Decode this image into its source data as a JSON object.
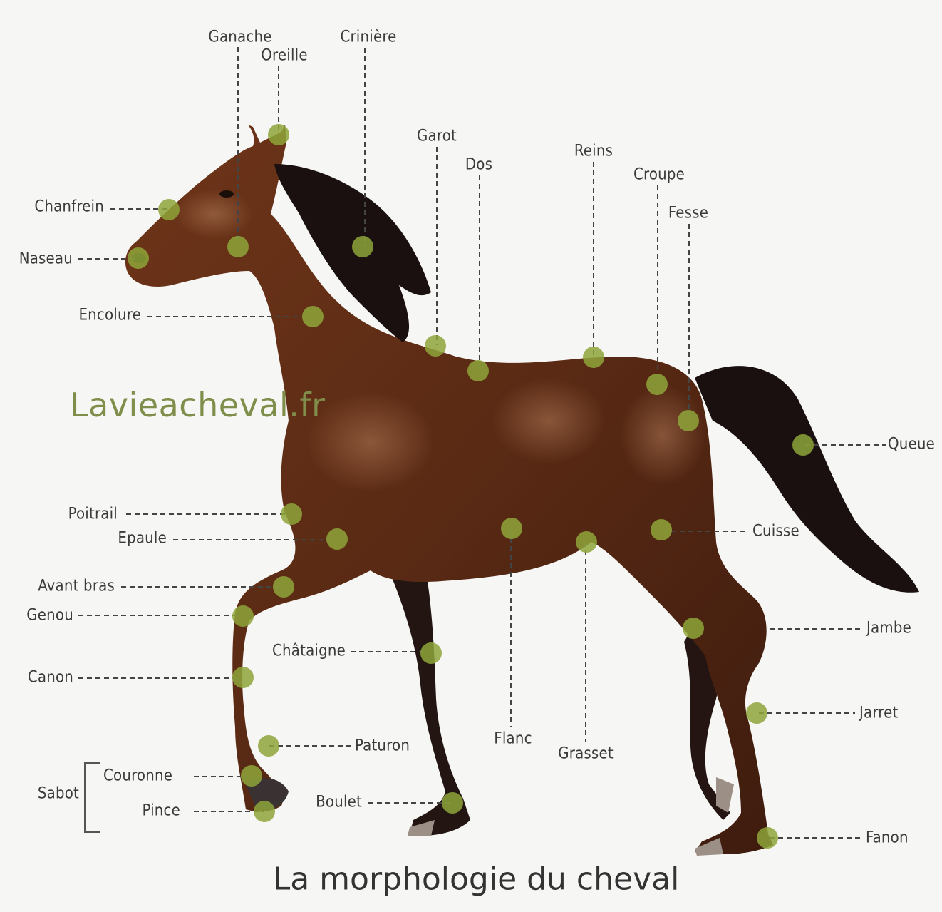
{
  "title": "La morphologie du cheval",
  "watermark": "Lavieacheval.fr",
  "colors": {
    "marker": "#8ea53a",
    "leader": "#444444",
    "horse_coat": "#5a2a14",
    "mane_tail": "#1a1010",
    "background": "#f6f6f4"
  },
  "parts": [
    {
      "id": "ganache",
      "label": "Ganache"
    },
    {
      "id": "oreille",
      "label": "Oreille"
    },
    {
      "id": "criniere",
      "label": "Crinière"
    },
    {
      "id": "garot",
      "label": "Garot"
    },
    {
      "id": "dos",
      "label": "Dos"
    },
    {
      "id": "reins",
      "label": "Reins"
    },
    {
      "id": "croupe",
      "label": "Croupe"
    },
    {
      "id": "fesse",
      "label": "Fesse"
    },
    {
      "id": "chanfrein",
      "label": "Chanfrein"
    },
    {
      "id": "naseau",
      "label": "Naseau"
    },
    {
      "id": "encolure",
      "label": "Encolure"
    },
    {
      "id": "queue",
      "label": "Queue"
    },
    {
      "id": "poitrail",
      "label": "Poitrail"
    },
    {
      "id": "epaule",
      "label": "Epaule"
    },
    {
      "id": "cuisse",
      "label": "Cuisse"
    },
    {
      "id": "avant-bras",
      "label": "Avant bras"
    },
    {
      "id": "genou",
      "label": "Genou"
    },
    {
      "id": "jambe",
      "label": "Jambe"
    },
    {
      "id": "chataigne",
      "label": "Châtaigne"
    },
    {
      "id": "canon",
      "label": "Canon"
    },
    {
      "id": "jarret",
      "label": "Jarret"
    },
    {
      "id": "flanc",
      "label": "Flanc"
    },
    {
      "id": "paturon",
      "label": "Paturon"
    },
    {
      "id": "grasset",
      "label": "Grasset"
    },
    {
      "id": "sabot",
      "label": "Sabot"
    },
    {
      "id": "couronne",
      "label": "Couronne"
    },
    {
      "id": "pince",
      "label": "Pince"
    },
    {
      "id": "boulet",
      "label": "Boulet"
    },
    {
      "id": "fanon",
      "label": "Fanon"
    }
  ]
}
